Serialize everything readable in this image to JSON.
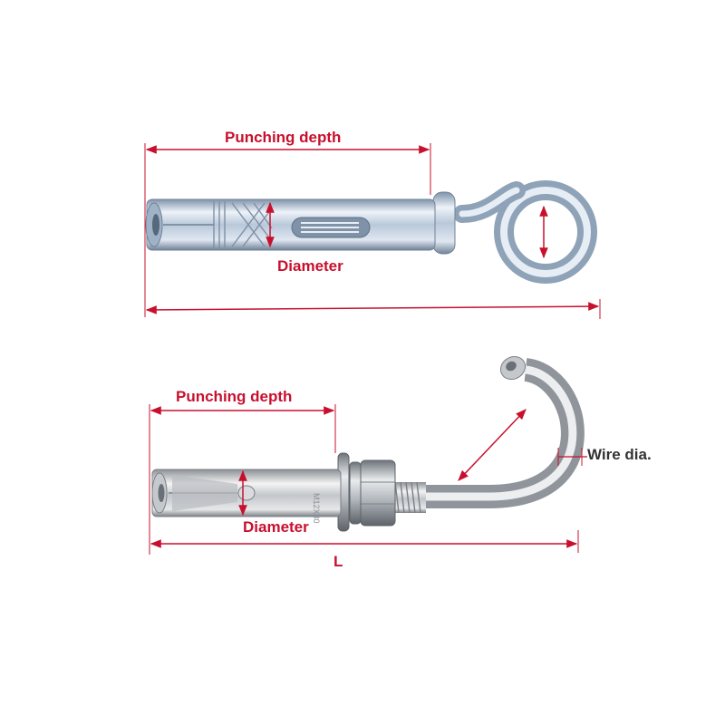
{
  "colors": {
    "dimension": "#c8102e",
    "label_dark": "#333333",
    "metal_light": "#e8eef6",
    "metal_mid": "#a9b9cc",
    "metal_dark": "#6e8196",
    "sleeve_light": "#f2f2f2",
    "sleeve_mid": "#c7c9cc",
    "sleeve_dark": "#8d9196"
  },
  "eye_bolt": {
    "punching_depth_label": "Punching depth",
    "diameter_label": "Diameter"
  },
  "hook_bolt": {
    "punching_depth_label": "Punching depth",
    "diameter_label": "Diameter",
    "length_label": "L",
    "wire_dia_label": "Wire dia."
  }
}
